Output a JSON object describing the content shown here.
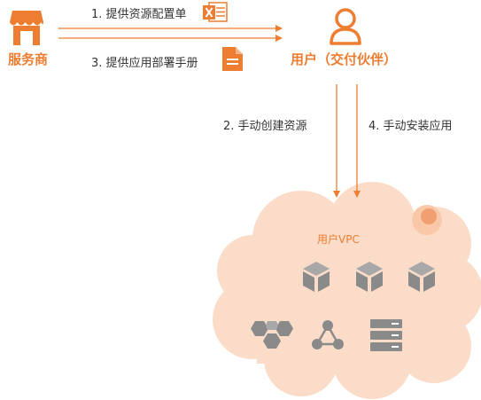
{
  "nodes": {
    "provider": {
      "label": "服务商",
      "icon": "storefront-icon"
    },
    "user": {
      "label": "用户（交付伙伴）",
      "icon": "user-icon"
    },
    "cloud": {
      "label": "用户VPC",
      "icon": "cloud-icon"
    }
  },
  "steps": [
    {
      "label": "1. 提供资源配置单",
      "icon": "excel-file-icon"
    },
    {
      "label": "2. 手动创建资源"
    },
    {
      "label": "3. 提供应用部署手册",
      "icon": "document-file-icon"
    },
    {
      "label": "4. 手动安装应用"
    }
  ],
  "cloud_resources": [
    "cube-icon",
    "cube-icon",
    "cube-icon",
    "hexagon-cluster-icon",
    "network-topology-icon",
    "server-rack-icon"
  ],
  "colors": {
    "accent": "#ed7d31",
    "cloud_fill": "#fbdcc8",
    "resource_icon": "#8a8a8a",
    "text": "#333333"
  }
}
